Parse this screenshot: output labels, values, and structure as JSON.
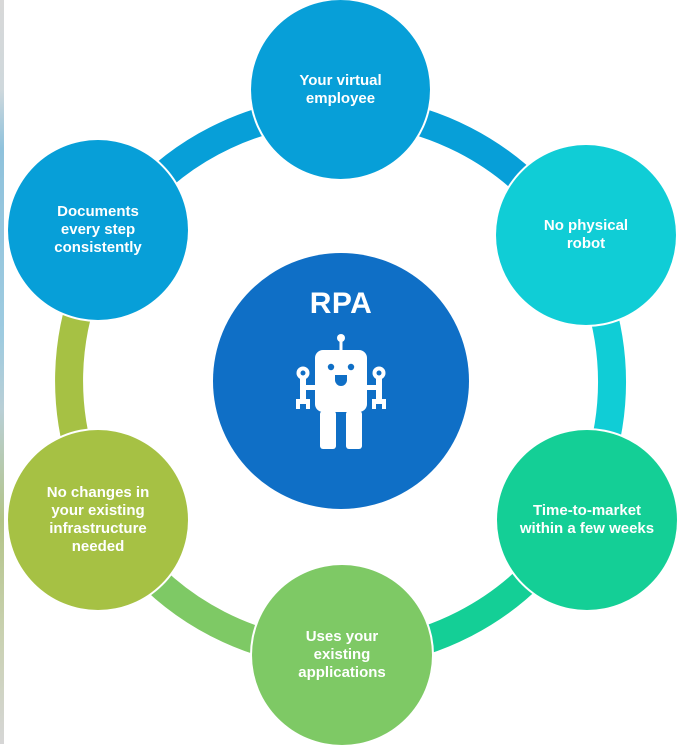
{
  "diagram": {
    "center": {
      "title": "RPA",
      "icon": "robot-icon",
      "color": "#0f6fc6"
    },
    "nodes": [
      {
        "id": "top",
        "label": "Your virtual\nemployee",
        "color": "#079fd8"
      },
      {
        "id": "upper-right",
        "label": "No physical\nrobot",
        "color": "#10cdd6"
      },
      {
        "id": "lower-right",
        "label": "Time-to-market\nwithin a few weeks",
        "color": "#14cf96"
      },
      {
        "id": "bottom",
        "label": "Uses your\nexisting\napplications",
        "color": "#7ec965"
      },
      {
        "id": "lower-left",
        "label": "No changes in\nyour existing\ninfrastructure\nneeded",
        "color": "#a6c144"
      },
      {
        "id": "upper-left",
        "label": "Documents\nevery step\nconsistently",
        "color": "#079fd8"
      }
    ],
    "ring_segments": [
      {
        "between": [
          "upper-left",
          "top"
        ],
        "color": "#079fd8"
      },
      {
        "between": [
          "top",
          "upper-right"
        ],
        "color": "#079fd8"
      },
      {
        "between": [
          "upper-right",
          "lower-right"
        ],
        "color": "#10cdd6"
      },
      {
        "between": [
          "lower-right",
          "bottom"
        ],
        "color": "#14cf96"
      },
      {
        "between": [
          "bottom",
          "lower-left"
        ],
        "color": "#7ec965"
      },
      {
        "between": [
          "lower-left",
          "upper-left"
        ],
        "color": "#a6c144"
      }
    ]
  }
}
